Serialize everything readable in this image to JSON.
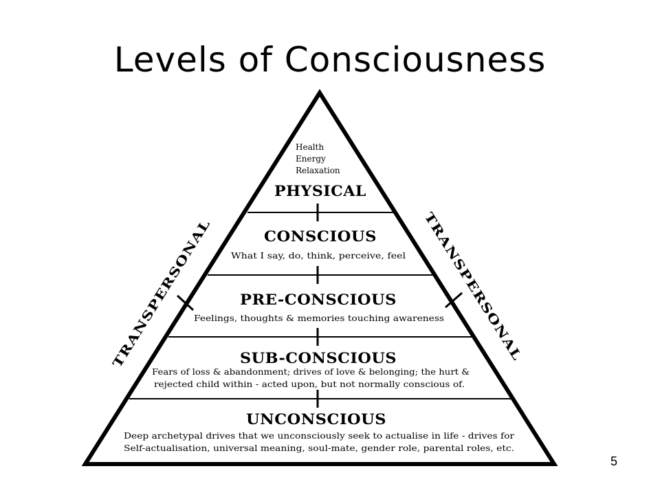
{
  "title": "Levels of Consciousness",
  "page_number": "5",
  "colors": {
    "line": "#000000",
    "background": "#ffffff"
  },
  "pyramid": {
    "top_notes": [
      "Health",
      "Energy",
      "Relaxation"
    ],
    "levels": [
      {
        "name": "PHYSICAL",
        "lines": []
      },
      {
        "name": "CONSCIOUS",
        "lines": [
          "What I say, do, think, perceive, feel"
        ]
      },
      {
        "name": "PRE-CONSCIOUS",
        "lines": [
          "Feelings, thoughts & memories touching awareness"
        ]
      },
      {
        "name": "SUB-CONSCIOUS",
        "lines": [
          "Fears of loss & abandonment; drives of love & belonging; the hurt &",
          "rejected child within - acted upon, but not normally conscious of."
        ]
      },
      {
        "name": "UNCONSCIOUS",
        "lines": [
          "Deep archetypal drives that we unconsciously seek to actualise in life - drives for",
          "Self-actualisation, universal meaning, soul-mate, gender role, parental roles, etc."
        ]
      }
    ],
    "side_labels": {
      "left": "TRANSPERSONAL",
      "right": "TRANSPERSONAL"
    }
  }
}
